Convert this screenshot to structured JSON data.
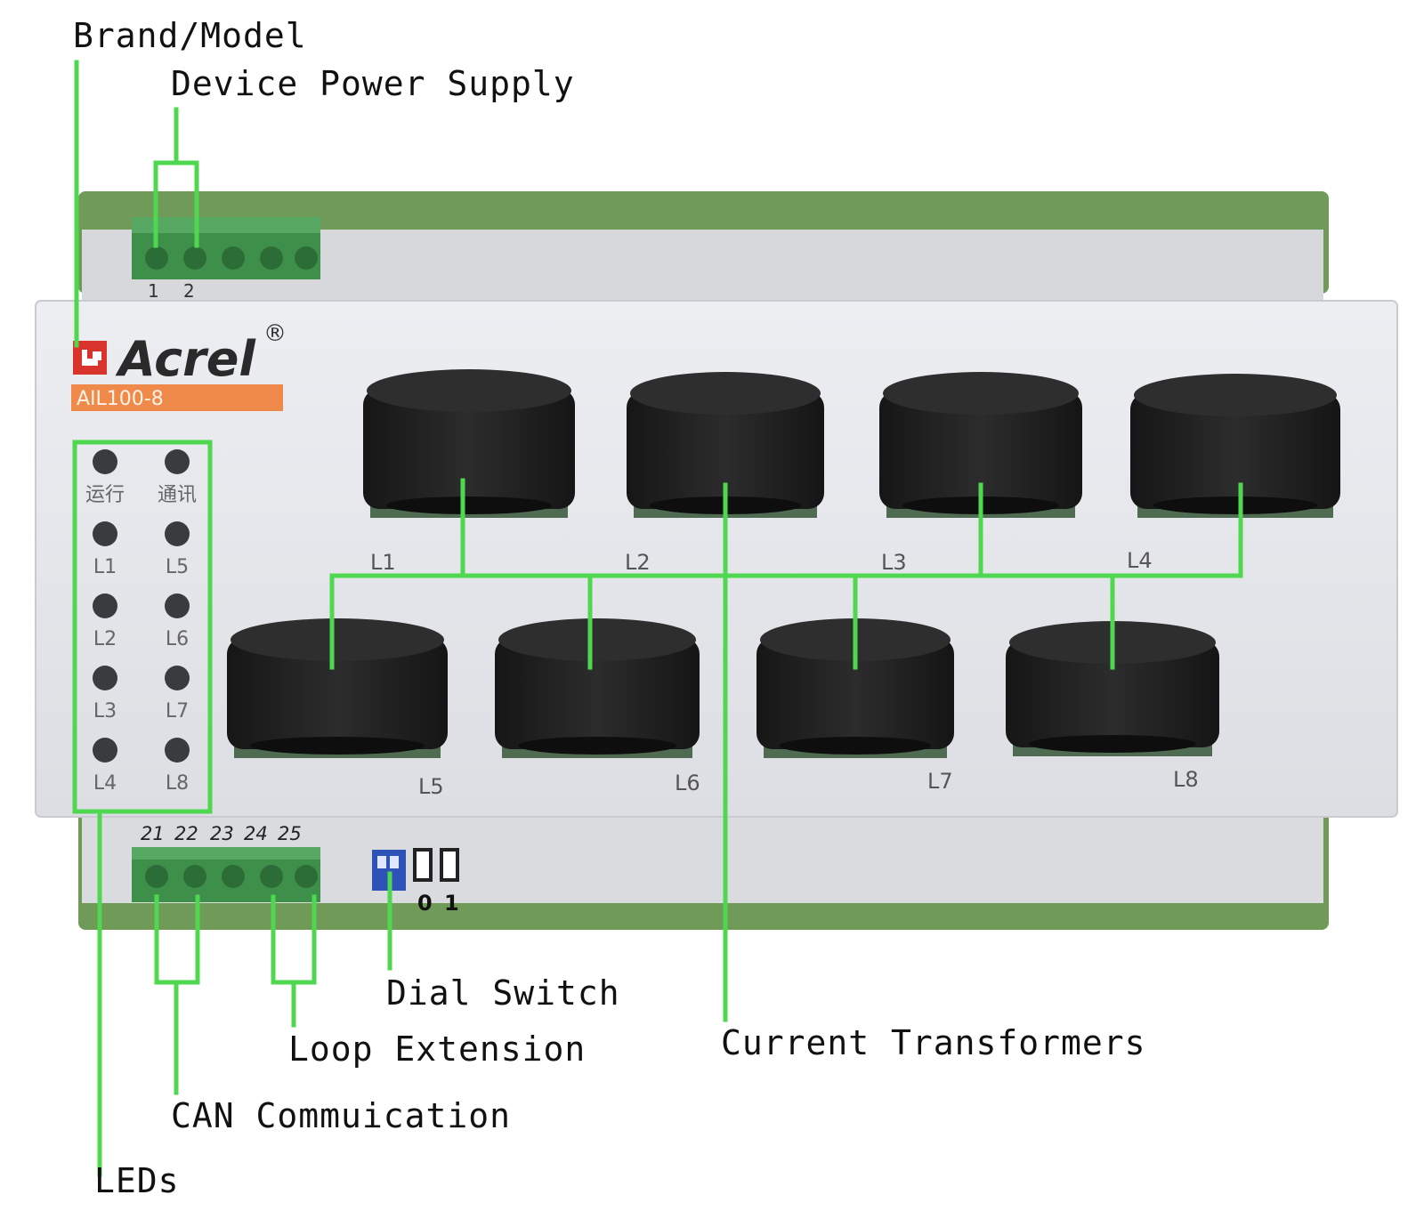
{
  "callouts": {
    "brand_model": "Brand/Model",
    "device_power_supply": "Device Power Supply",
    "dial_switch": "Dial Switch",
    "loop_extension": "Loop Extension",
    "current_transformers": "Current Transformers",
    "can_communication": "CAN Commuication",
    "leds": "LEDs"
  },
  "device": {
    "brand": "Acrel",
    "registered_mark": "®",
    "model": "AIL100-8",
    "top_terminal_numbers": [
      "1",
      "2"
    ],
    "bottom_terminal_numbers": [
      "21",
      "22",
      "23",
      "24",
      "25"
    ],
    "dip_positions": [
      "0",
      "1"
    ],
    "led_labels": {
      "run": "运行",
      "comm": "通讯",
      "left": [
        "L1",
        "L2",
        "L3",
        "L4"
      ],
      "right": [
        "L5",
        "L6",
        "L7",
        "L8"
      ]
    },
    "ct_labels": [
      "L1",
      "L2",
      "L3",
      "L4",
      "L5",
      "L6",
      "L7",
      "L8"
    ]
  },
  "colors": {
    "annotation_green": "#4fd84f",
    "din_rail_green": "#6f9a58",
    "terminal_green": "#3e8f4a",
    "housing": "#e9eaee",
    "ct_black": "#232323",
    "model_badge": "#f08a4b",
    "brand_red": "#d9342b"
  }
}
